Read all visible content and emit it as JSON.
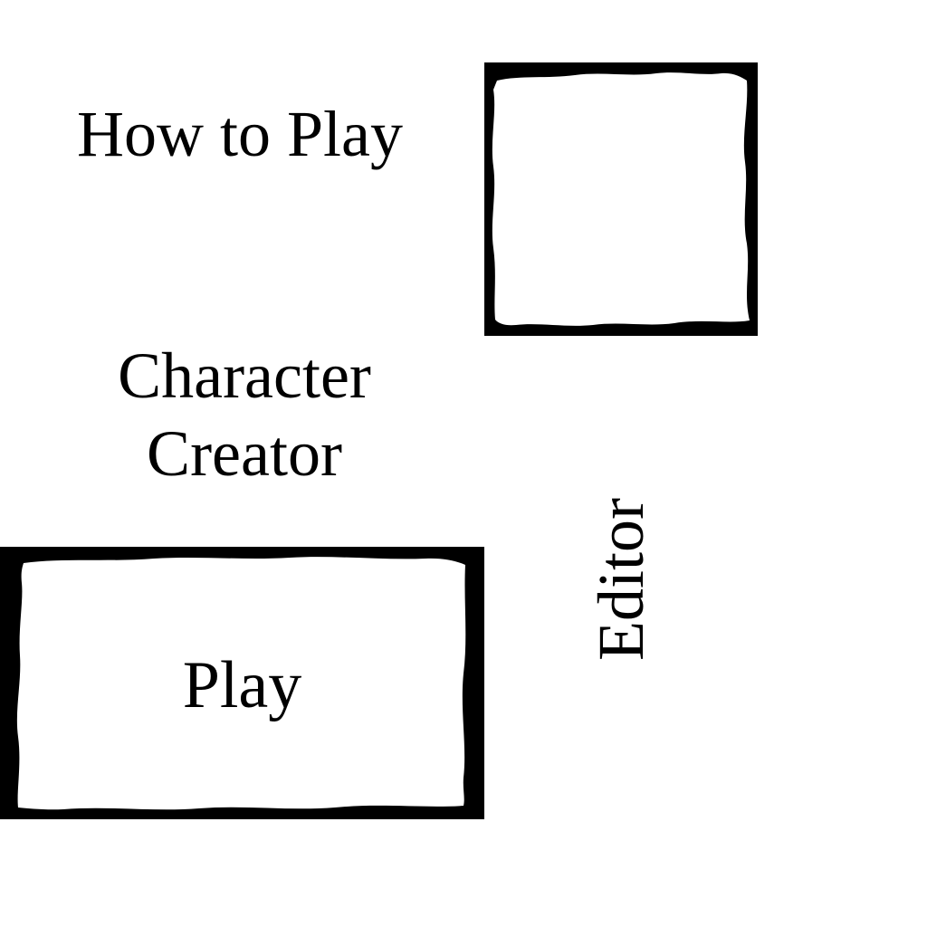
{
  "menu": {
    "how_to_play_label": "How to Play",
    "character_creator_line1": "Character",
    "character_creator_line2": "Creator",
    "editor_label": "Editor",
    "play_label": "Play"
  },
  "colors": {
    "background": "#ffffff",
    "ink": "#000000"
  },
  "icons": {
    "frame_style": "rough-brush-frame"
  }
}
